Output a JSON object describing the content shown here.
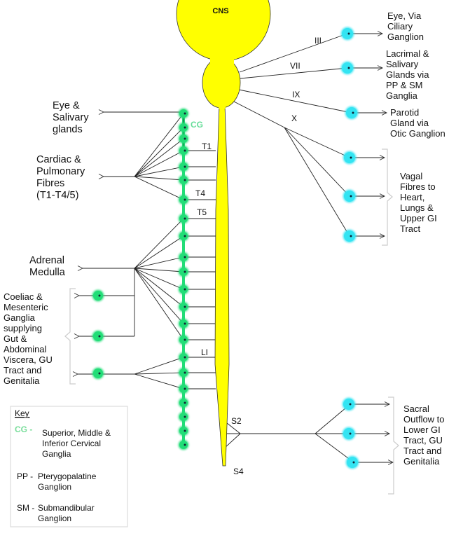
{
  "colors": {
    "cns": "#ffff00",
    "chain_ganglion": "#22dd77",
    "parasympathetic_ganglion": "#33e4f2",
    "cg_label": "#55dd88"
  },
  "cns_label": "CNS",
  "cranial_nerves": [
    "III",
    "VII",
    "IX",
    "X"
  ],
  "spinal_levels": {
    "t1": "T1",
    "t4": "T4",
    "t5": "T5",
    "l1": "LI",
    "s2": "S2",
    "s4": "S4"
  },
  "chain_label": "CG",
  "right_targets": {
    "eye": [
      "Eye, Via",
      "Ciliary",
      "Ganglion"
    ],
    "lacrimal": [
      "Lacrimal &",
      "Salivary",
      "Glands via",
      "PP & SM",
      "Ganglia"
    ],
    "parotid": [
      "Parotid",
      "Gland via",
      "Otic Ganglion"
    ],
    "vagal": [
      "Vagal",
      "Fibres to",
      "Heart,",
      "Lungs &",
      "Upper GI",
      "Tract"
    ],
    "sacral": [
      "Sacral",
      "Outflow to",
      "Lower GI",
      "Tract, GU",
      "Tract and",
      "Genitalia"
    ]
  },
  "left_targets": {
    "eye_salivary": [
      "Eye &",
      "Salivary",
      "glands"
    ],
    "cardiac": [
      "Cardiac &",
      "Pulmonary",
      "Fibres",
      "(T1-T4/5)"
    ],
    "adrenal": [
      "Adrenal",
      "Medulla"
    ],
    "coeliac": [
      "Coeliac &",
      "Mesenteric",
      "Ganglia",
      "supplying",
      "Gut &",
      "Abdominal",
      "Viscera, GU",
      "Tract and",
      "Genitalia"
    ]
  },
  "key": {
    "title": "Key",
    "cg_abbr": "CG -",
    "cg_desc": [
      "Superior, Middle &",
      "Inferior Cervical",
      "Ganglia"
    ],
    "pp_abbr": "PP -",
    "pp_desc": [
      "Pterygopalatine",
      "Ganglion"
    ],
    "sm_abbr": "SM -",
    "sm_desc": [
      "Submandibular",
      "Ganglion"
    ]
  }
}
